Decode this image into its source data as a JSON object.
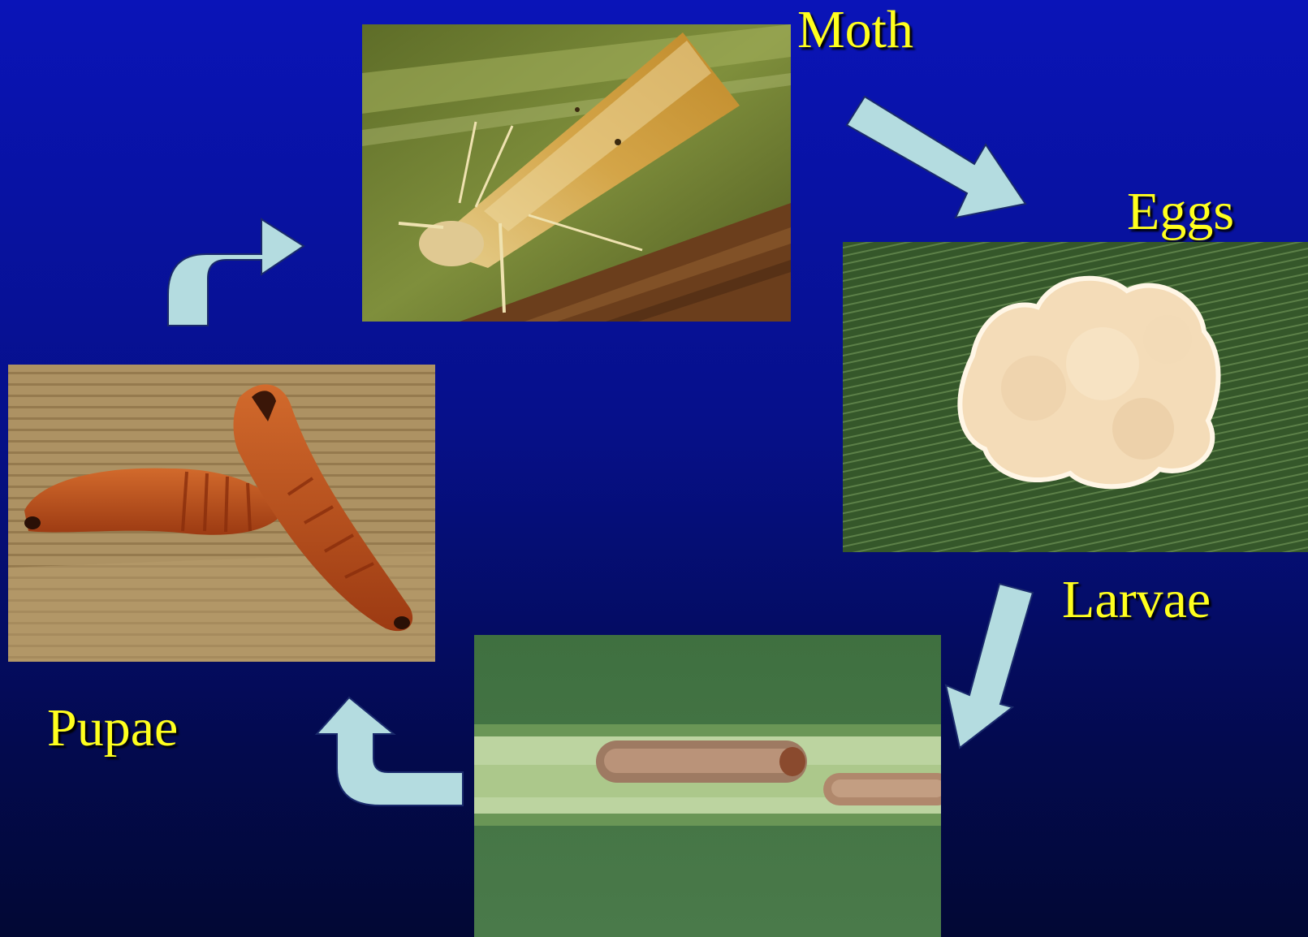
{
  "labels": {
    "moth": "Moth",
    "eggs": "Eggs",
    "larvae": "Larvae",
    "pupae": "Pupae"
  },
  "colors": {
    "label_text": "#ffff1e",
    "arrow_fill": "#b4dce0",
    "background_top": "#0a14b8",
    "background_bottom": "#020834"
  }
}
